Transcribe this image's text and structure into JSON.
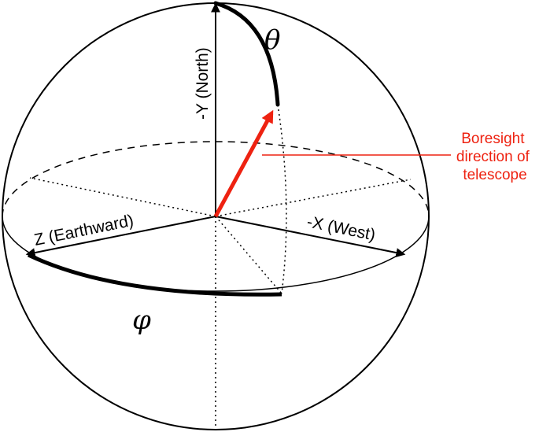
{
  "axes": {
    "north_label": "-Y (North)",
    "earth_label": "Z (Earthward)",
    "west_label": "-X (West)"
  },
  "angles": {
    "theta_symbol": "θ",
    "phi_symbol": "φ"
  },
  "annotation": {
    "lines": [
      "Boresight",
      "direction of",
      "telescope"
    ]
  },
  "colors": {
    "boresight": "#ee2211",
    "annotation_text": "#ee2211",
    "outline": "#000000"
  }
}
